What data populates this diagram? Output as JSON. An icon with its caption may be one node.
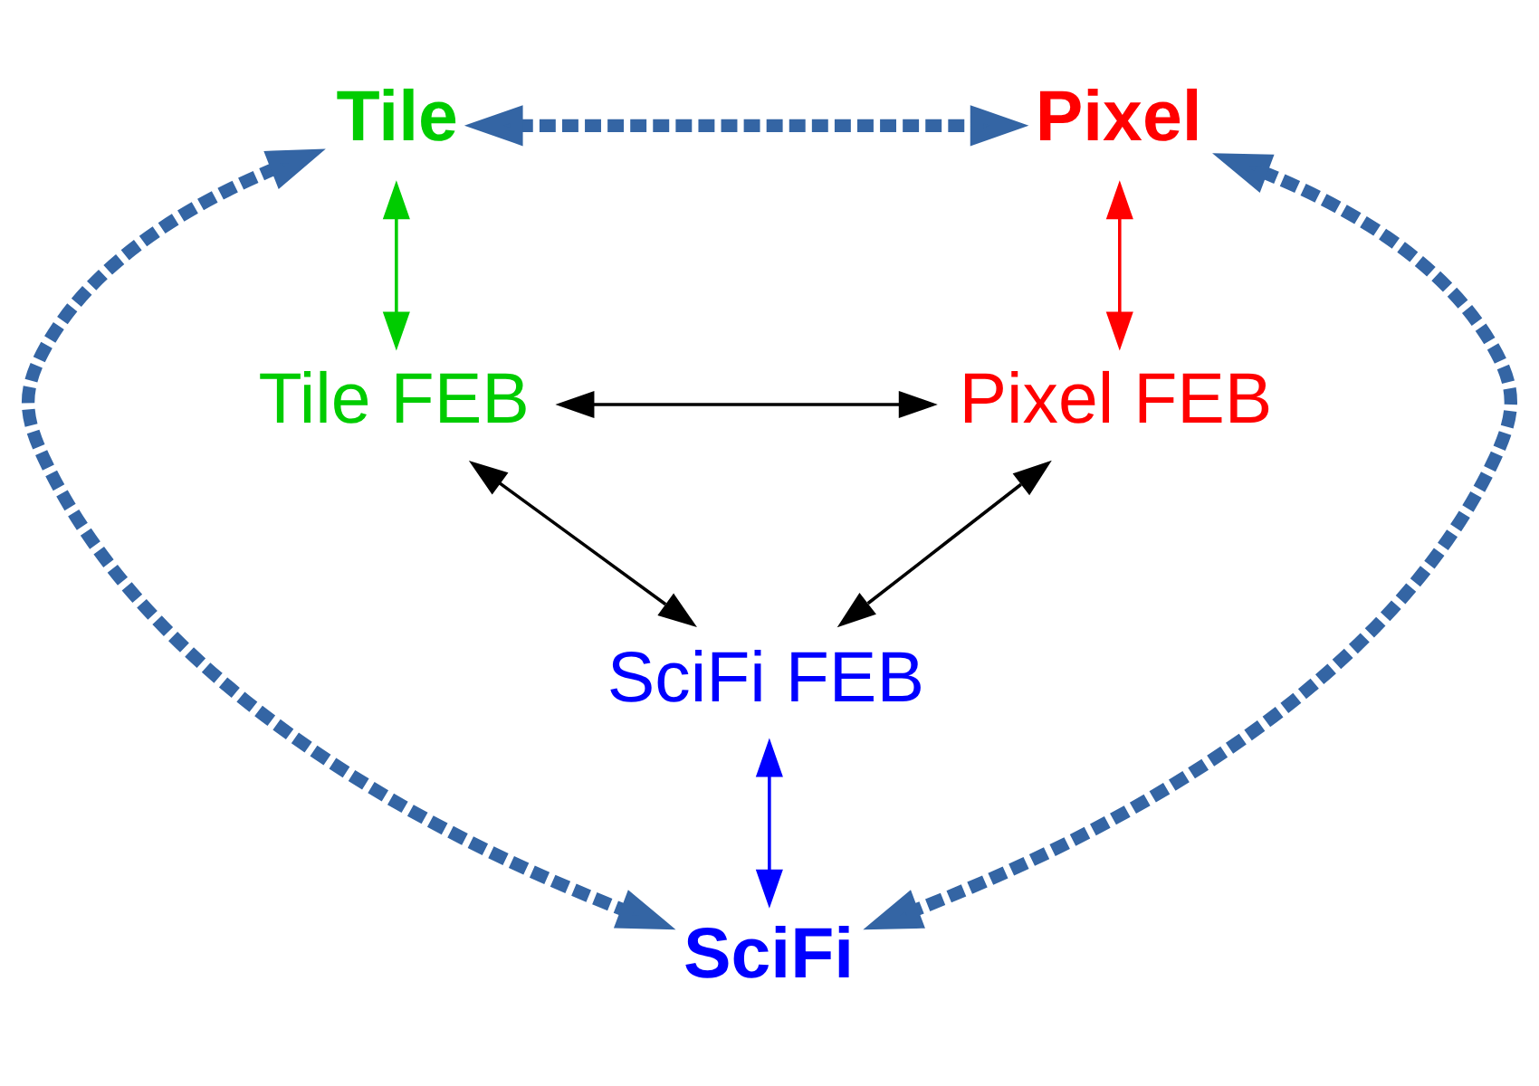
{
  "diagram": {
    "nodes": [
      {
        "text": [
          "Tile"
        ]
      },
      {
        "text": [
          "Pixel"
        ]
      },
      {
        "text": [
          "Tile FEB"
        ]
      },
      {
        "text": [
          "Pixel FEB"
        ]
      },
      {
        "text": [
          "SciFi FEB"
        ]
      },
      {
        "text": [
          "SciFi"
        ]
      }
    ],
    "edges": [
      {
        "from": 0,
        "to": 1,
        "arrow": "both",
        "style": "dashed",
        "color": "#3465a4"
      },
      {
        "from": 0,
        "to": 2,
        "arrow": "both",
        "color": "#00cc00"
      },
      {
        "from": 1,
        "to": 3,
        "arrow": "both",
        "color": "#ff0000"
      },
      {
        "from": 2,
        "to": 3,
        "arrow": "both",
        "color": "#000000"
      },
      {
        "from": 2,
        "to": 4,
        "arrow": "both",
        "color": "#000000"
      },
      {
        "from": 3,
        "to": 4,
        "arrow": "both",
        "color": "#000000"
      },
      {
        "from": 0,
        "to": 5,
        "arrow": "both",
        "style": "dashed",
        "color": "#3465a4"
      },
      {
        "from": 1,
        "to": 5,
        "arrow": "both",
        "style": "dashed",
        "color": "#3465a4"
      },
      {
        "from": 4,
        "to": 5,
        "arrow": "both",
        "color": "#0000ff"
      }
    ]
  }
}
